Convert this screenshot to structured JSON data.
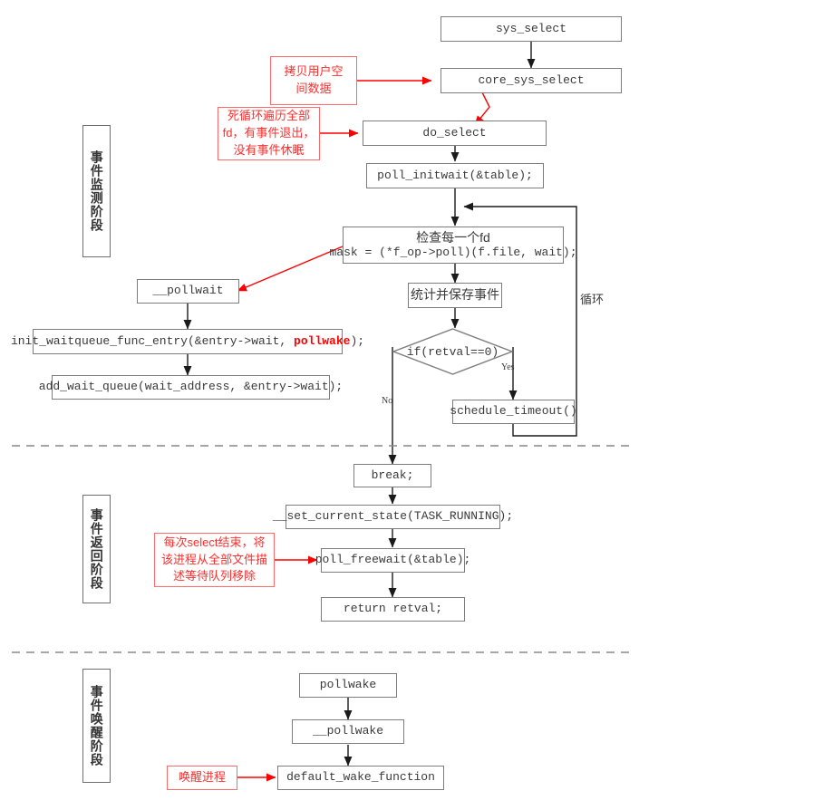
{
  "diagram": {
    "title": "Linux select system call flow",
    "colors": {
      "box_border": "#7d7d7d",
      "box_text": "#3a3a3a",
      "annotation_border": "#ff6b6b",
      "annotation_text": "#ff2d2d",
      "arrow_black": "#1a1a1a",
      "arrow_red": "#ff0000",
      "divider": "#888888",
      "background": "#ffffff"
    }
  },
  "phases": [
    {
      "id": "monitor",
      "label": "事件监测阶段"
    },
    {
      "id": "return",
      "label": "事件返回阶段"
    },
    {
      "id": "wakeup",
      "label": "事件唤醒阶段"
    }
  ],
  "nodes": {
    "sys_select": "sys_select",
    "core_sys_select": "core_sys_select",
    "do_select": "do_select",
    "poll_initwait": "poll_initwait(&table);",
    "check_fd_line1": "检查每一个fd",
    "check_fd_line2": "mask = (*f_op->poll)(f.file, wait);",
    "count_save": "统计并保存事件",
    "decision": "if(retval==0)",
    "schedule_timeout": "schedule_timeout()",
    "pollwait": "__pollwait",
    "init_waitqueue_pre": "init_waitqueue_func_entry(&entry->wait, ",
    "init_waitqueue_red": "pollwake",
    "init_waitqueue_post": ");",
    "add_wait_queue": "add_wait_queue(wait_address, &entry->wait);",
    "break_stmt": "break;",
    "set_current_state": "__set_current_state(TASK_RUNNING);",
    "poll_freewait": "poll_freewait(&table);",
    "return_retval": "return retval;",
    "pollwake": "pollwake",
    "pollwake2": "__pollwake",
    "default_wake_function": "default_wake_function"
  },
  "annotations": {
    "copy_user_space": "拷贝用户空\n间数据",
    "dead_loop": "死循环遍历全部\nfd，有事件退出，\n没有事件休眠",
    "remove_from_queue": "每次select结束，将\n该进程从全部文件描\n述等待队列移除",
    "wake_process": "唤醒进程"
  },
  "edge_labels": {
    "yes": "Yes",
    "no": "No",
    "loop": "循环"
  }
}
